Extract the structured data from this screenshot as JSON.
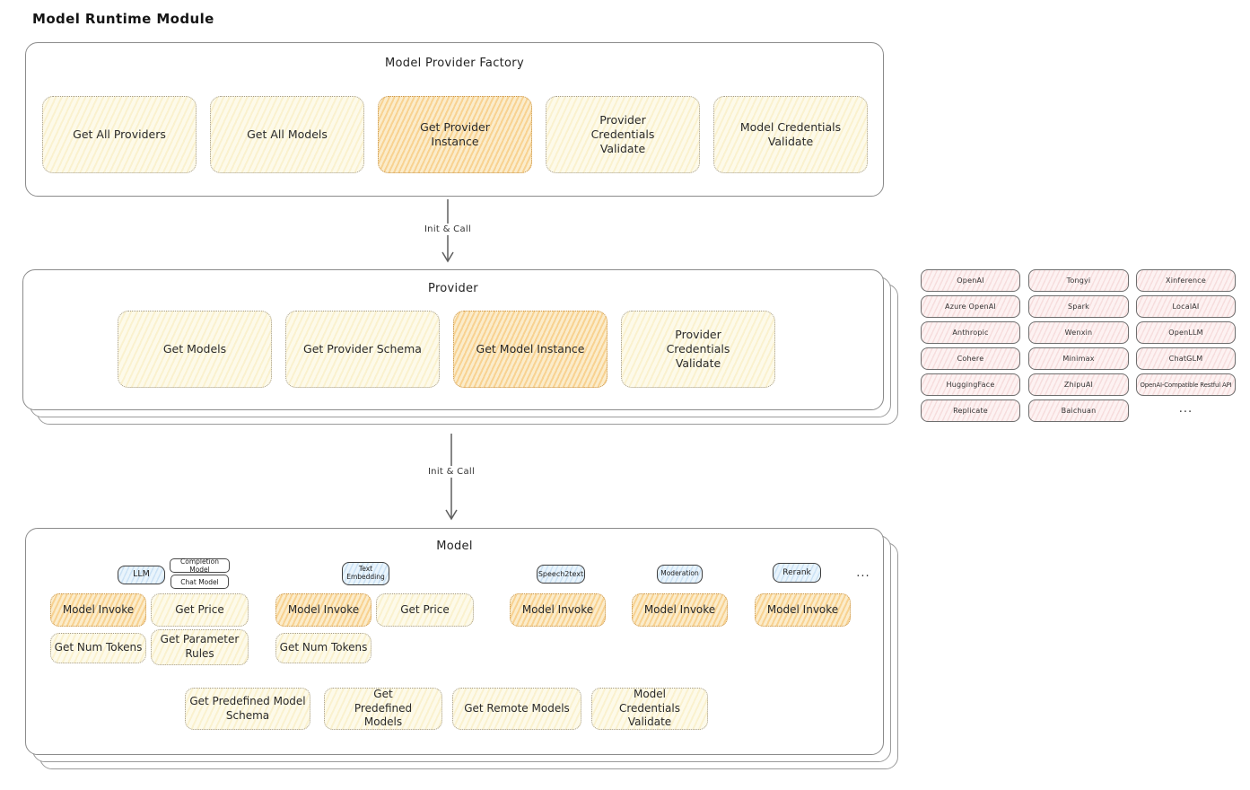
{
  "page_title": "Model Runtime Module",
  "arrows": {
    "label1": "Init & Call",
    "label2": "Init & Call"
  },
  "factory": {
    "title": "Model Provider Factory",
    "get_all_providers": "Get All Providers",
    "get_all_models": "Get All Models",
    "get_provider_instance": "Get Provider Instance",
    "provider_credentials_validate": "Provider Credentials Validate",
    "model_credentials_validate": "Model Credentials Validate"
  },
  "provider": {
    "title": "Provider",
    "get_models": "Get Models",
    "get_provider_schema": "Get Provider Schema",
    "get_model_instance": "Get Model Instance",
    "provider_credentials_validate": "Provider Credentials Validate"
  },
  "providers_list": {
    "col1": [
      "OpenAI",
      "Azure OpenAI",
      "Anthropic",
      "Cohere",
      "HuggingFace",
      "Replicate"
    ],
    "col2": [
      "Tongyi",
      "Spark",
      "Wenxin",
      "Minimax",
      "ZhipuAI",
      "Baichuan"
    ],
    "col3": [
      "Xinference",
      "LocalAI",
      "OpenLLM",
      "ChatGLM",
      "OpenAI-Compatible Restful API"
    ],
    "more": "..."
  },
  "model": {
    "title": "Model",
    "tags": {
      "llm": "LLM",
      "completion": "Completion Model",
      "chat": "Chat Model",
      "embedding": "Text Embedding",
      "speech2text": "Speech2text",
      "moderation": "Moderation",
      "rerank": "Rerank",
      "more": "..."
    },
    "llm_group": {
      "invoke": "Model Invoke",
      "price": "Get Price",
      "tokens": "Get Num Tokens",
      "rules": "Get Parameter Rules"
    },
    "embedding_group": {
      "invoke": "Model Invoke",
      "price": "Get Price",
      "tokens": "Get Num Tokens"
    },
    "speech2text_group": {
      "invoke": "Model Invoke"
    },
    "moderation_group": {
      "invoke": "Model Invoke"
    },
    "rerank_group": {
      "invoke": "Model Invoke"
    },
    "bottom": {
      "schema": "Get Predefined Model Schema",
      "predefined": "Get Predefined Models",
      "remote": "Get Remote Models",
      "validate": "Model Credentials Validate"
    }
  },
  "colors": {
    "node_cream": "#fdfaea",
    "node_orange": "#fbeccb",
    "provider_pink": "#fdf2f2",
    "tag_blue": "#e9f4fc",
    "panel_border": "#8b8b8b"
  }
}
